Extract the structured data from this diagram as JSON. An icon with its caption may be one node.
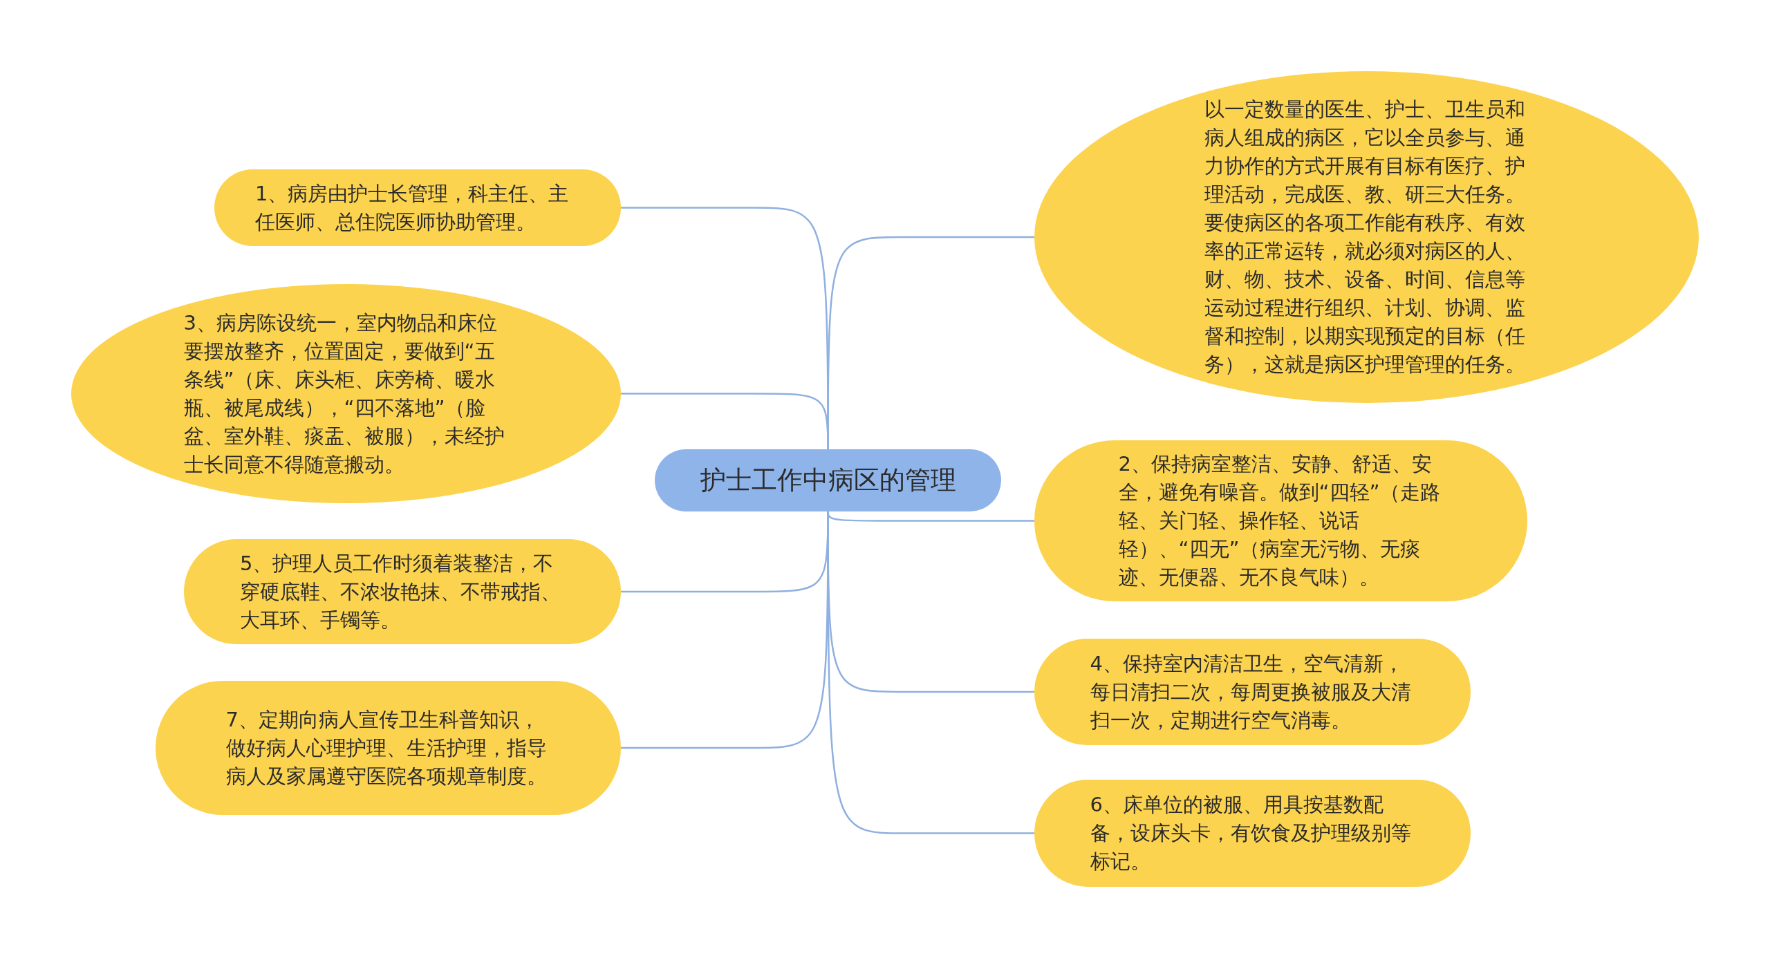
{
  "diagram": {
    "nodes": [
      {
        "text": [
          "护士工作中病区的管理"
        ]
      },
      {
        "text": [
          "以一定数量的医生、护士、卫生员和病人组成的病区，它以全员参与、通力协作的方式开展有目标有医疗、护理活动，完成医、教、研三大任务。要使病区的各项工作能有秩序、有效率的正常运转，就必须对病区的人、财、物、技术、设备、时间、信息等运动过程进行组织、计划、协调、监督和控制，以期实现预定的目标（任务），这就是病区护理管理的任务。"
        ]
      },
      {
        "text": [
          "1、病房由护士长管理，科主任、主任医师、总住院医师协助管理。"
        ]
      },
      {
        "text": [
          "2、保持病室整洁、安静、舒适、安全，避免有噪音。做到“四轻”（走路轻、关门轻、操作轻、说话轻）、“四无”（病室无污物、无痰迹、无便器、无不良气味）。"
        ]
      },
      {
        "text": [
          "3、病房陈设统一，室内物品和床位要摆放整齐，位置固定，要做到“五条线”（床、床头柜、床旁椅、暖水瓶、被尾成线），“四不落地”（脸盆、室外鞋、痰盂、被服），未经护士长同意不得随意搬动。"
        ]
      },
      {
        "text": [
          "4、保持室内清洁卫生，空气清新，每日清扫二次，每周更换被服及大清扫一次，定期进行空气消毒。"
        ]
      },
      {
        "text": [
          "5、护理人员工作时须着装整洁，不穿硬底鞋、不浓妆艳抹、不带戒指、大耳环、手镯等。"
        ]
      },
      {
        "text": [
          "6、床单位的被服、用具按基数配备，设床头卡，有饮食及护理级别等标记。"
        ]
      },
      {
        "text": [
          "7、定期向病人宣传卫生科普知识，做好病人心理护理、生活护理，指导病人及家属遵守医院各项规章制度。"
        ]
      }
    ],
    "edges": [
      {
        "from": 0,
        "to": 1,
        "arrow": "none"
      },
      {
        "from": 0,
        "to": 2,
        "arrow": "none"
      },
      {
        "from": 0,
        "to": 3,
        "arrow": "none"
      },
      {
        "from": 0,
        "to": 4,
        "arrow": "none"
      },
      {
        "from": 0,
        "to": 5,
        "arrow": "none"
      },
      {
        "from": 0,
        "to": 6,
        "arrow": "none"
      },
      {
        "from": 0,
        "to": 7,
        "arrow": "none"
      },
      {
        "from": 0,
        "to": 8,
        "arrow": "none"
      }
    ]
  }
}
